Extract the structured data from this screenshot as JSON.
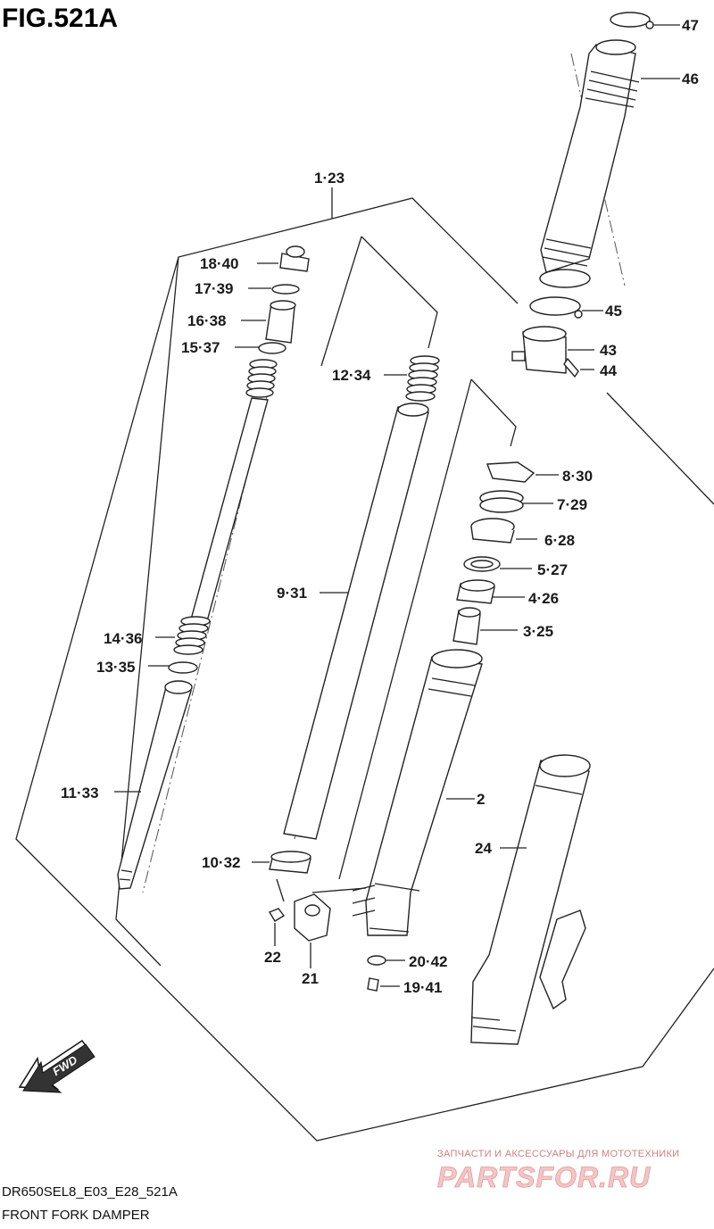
{
  "figure": {
    "title": "FIG.521A",
    "model_code": "DR650SEL8_E03_E28_521A",
    "caption": "FRONT FORK DAMPER"
  },
  "watermark": {
    "tagline": "ЗАПЧАСТИ И АКСЕССУАРЫ ДЛЯ МОТОТЕХНИКИ",
    "brand": "PARTSFOR.RU"
  },
  "fwd_label": "FWD",
  "callouts": {
    "p47": "47",
    "p46": "46",
    "p1_23": "1·23",
    "p18_40": "18·40",
    "p17_39": "17·39",
    "p16_38": "16·38",
    "p15_37": "15·37",
    "p12_34": "12·34",
    "p45": "45",
    "p43": "43",
    "p44": "44",
    "p8_30": "8·30",
    "p7_29": "7·29",
    "p6_28": "6·28",
    "p5_27": "5·27",
    "p4_26": "4·26",
    "p3_25": "3·25",
    "p9_31": "9·31",
    "p14_36": "14·36",
    "p13_35": "13·35",
    "p2": "2",
    "p24": "24",
    "p11_33": "11·33",
    "p10_32": "10·32",
    "p22": "22",
    "p21": "21",
    "p20_42": "20·42",
    "p19_41": "19·41"
  },
  "icons": [
    "fwd-arrow-icon"
  ],
  "colors": {
    "ink": "#222222",
    "watermark": "#e69a9a"
  }
}
